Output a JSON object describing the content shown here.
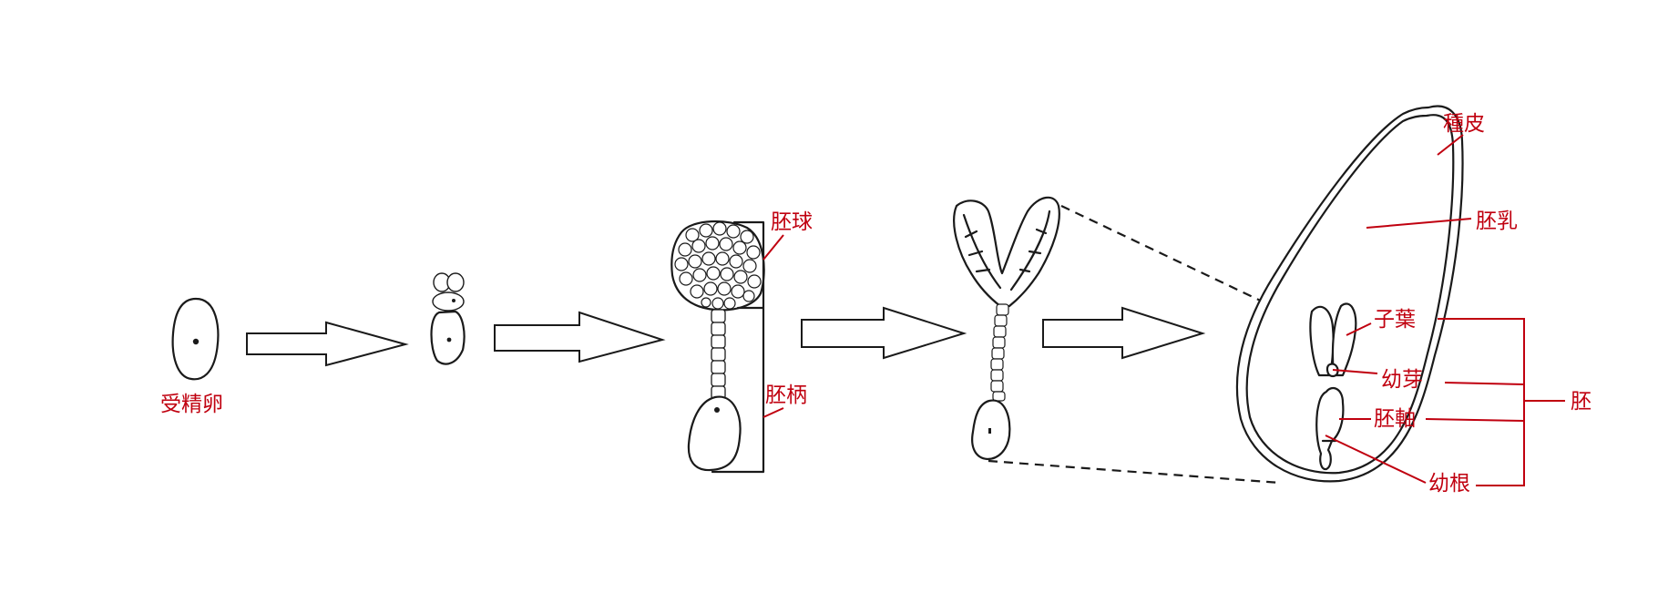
{
  "labels": {
    "fertilized_egg": "受精卵",
    "embryo_ball": "胚球",
    "suspensor": "胚柄",
    "seed_coat": "種皮",
    "endosperm": "胚乳",
    "cotyledon": "子葉",
    "plumule": "幼芽",
    "hypocotyl": "胚軸",
    "radicle": "幼根",
    "embryo": "胚"
  },
  "colors": {
    "label": "#c0000f",
    "ink": "#1a1a1a"
  }
}
